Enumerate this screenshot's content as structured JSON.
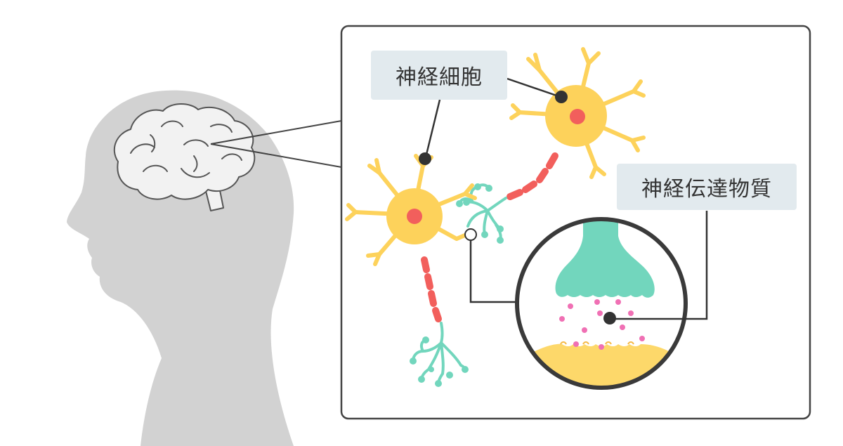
{
  "labels": {
    "neuron": "神経細胞",
    "neurotransmitter": "神経伝達物質"
  },
  "colors": {
    "silhouette": "#d2d2d2",
    "brain_fill": "#f2f2f2",
    "brain_stroke": "#555555",
    "frame_stroke": "#444444",
    "label_bg": "#e2eaee",
    "neuron_body": "#fdd25b",
    "nucleus": "#f25f5c",
    "axon": "#f25f5c",
    "dendrite_terminal": "#72d6bd",
    "receiving_membrane": "#fdd86a",
    "vesicle_dots": "#f070b4",
    "pointer": "#333333"
  },
  "icons": {
    "head": "human-head-silhouette",
    "brain": "brain-outline",
    "neuron": "neuron-cell",
    "synapse": "synapse-zoom-circle"
  }
}
